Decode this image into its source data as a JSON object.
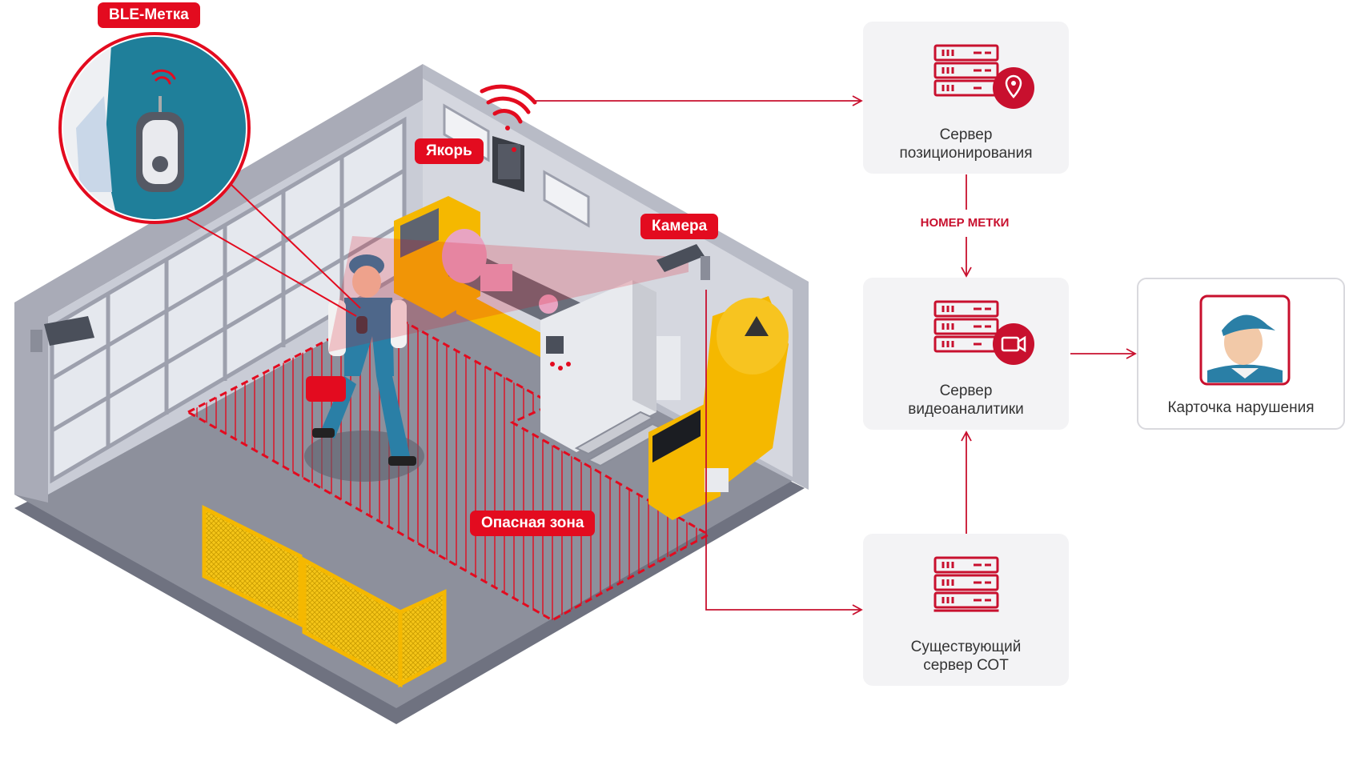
{
  "labels": {
    "ble_tag": "BLE-Метка",
    "anchor": "Якорь",
    "camera": "Камера",
    "danger_zone": "Опасная зона",
    "tag_number": "НОМЕР МЕТКИ"
  },
  "servers": {
    "positioning": {
      "line1": "Сервер",
      "line2": "позиционирования"
    },
    "analytics": {
      "line1": "Сервер",
      "line2": "видеоаналитики"
    },
    "sot": {
      "line1": "Существующий",
      "line2": "сервер СОТ"
    }
  },
  "violation_card": {
    "label": "Карточка нарушения"
  },
  "colors": {
    "accent_red": "#e30b1f",
    "dark_red": "#c8102e",
    "card_bg": "#f3f3f5",
    "floor": "#8a8d99",
    "wall": "#bfc1cc",
    "machine_yellow": "#f5b800",
    "worker_blue": "#2a7fa6"
  }
}
